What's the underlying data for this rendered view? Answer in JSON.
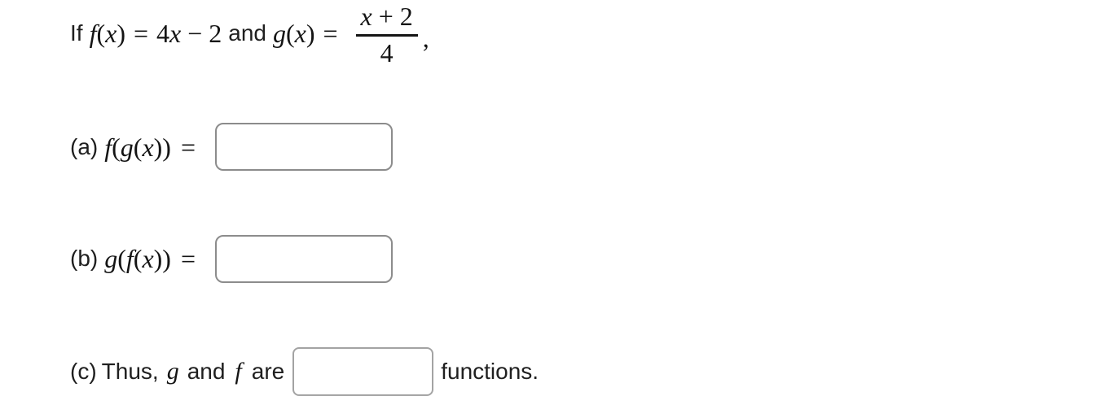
{
  "colors": {
    "background": "#ffffff",
    "text": "#1f1f1f",
    "math_text": "#141414",
    "input_border": "#8c8c8c",
    "input_border_c": "#a3a3a3"
  },
  "intro": {
    "word_if": "If",
    "f_name": "f",
    "paren_open": "(",
    "var_x": "x",
    "paren_close": ")",
    "equals": "=",
    "coefficient": "4",
    "var_x2": "x",
    "minus": "−",
    "constant": "2",
    "word_and": "and",
    "g_name": "g",
    "paren_open2": "(",
    "var_x3": "x",
    "paren_close2": ")",
    "equals2": "=",
    "fraction": {
      "num_var": "x",
      "num_op": "+",
      "num_const": "2",
      "denominator": "4"
    },
    "comma": ","
  },
  "part_a": {
    "label": "(a)",
    "outer_fn": "f",
    "paren1": "(",
    "inner_fn": "g",
    "paren2": "(",
    "var": "x",
    "parens_close": "))",
    "equals": "=",
    "input_value": ""
  },
  "part_b": {
    "label": "(b)",
    "outer_fn": "g",
    "paren1": "(",
    "inner_fn": "f",
    "paren2": "(",
    "var": "x",
    "parens_close": "))",
    "equals": "=",
    "input_value": ""
  },
  "part_c": {
    "label": "(c)",
    "word_thus": "Thus,",
    "var_g": "g",
    "word_and": "and",
    "var_f": "f",
    "word_are": "are",
    "input_value": "",
    "word_functions": "functions."
  }
}
